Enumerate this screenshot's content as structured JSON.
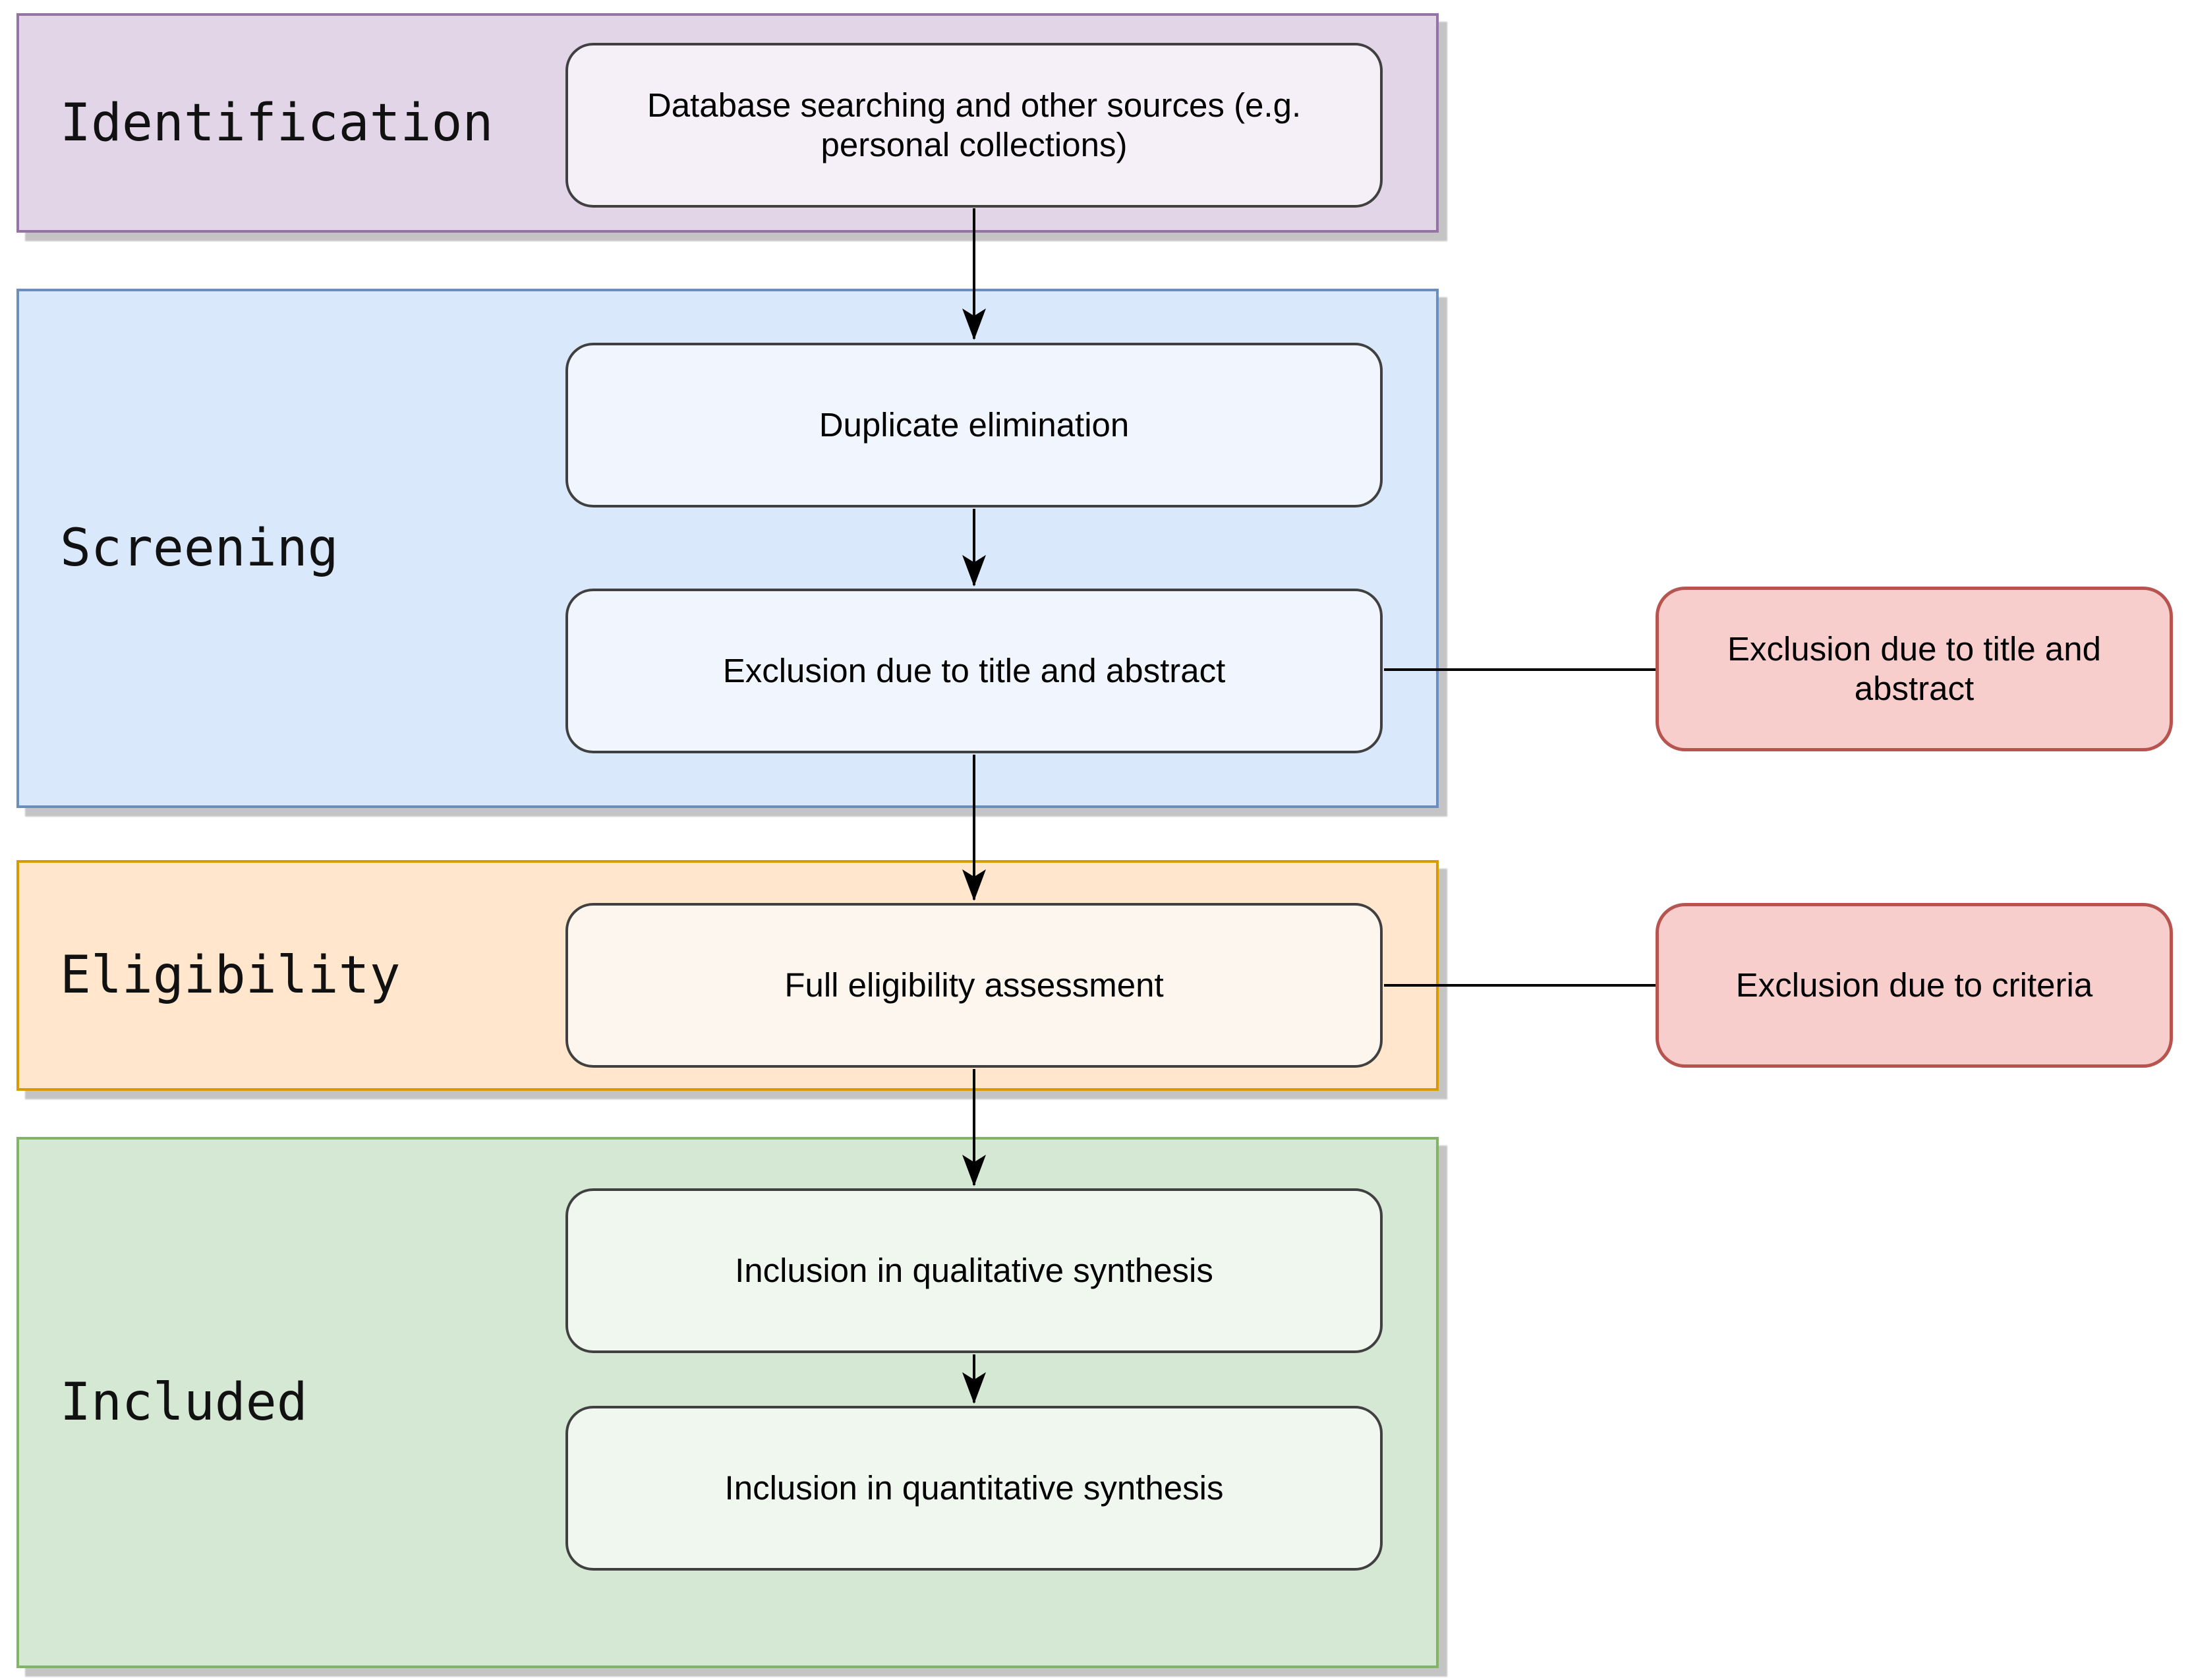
{
  "phases": {
    "identification": {
      "label": "Identification",
      "fill": "#e1d5e7",
      "border": "#9673a6"
    },
    "screening": {
      "label": "Screening",
      "fill": "#dae8fc",
      "border": "#6c8ebf"
    },
    "eligibility": {
      "label": "Eligibility",
      "fill": "#ffe6cc",
      "border": "#d79b00"
    },
    "included": {
      "label": "Included",
      "fill": "#d5e8d4",
      "border": "#82b366"
    }
  },
  "process_nodes": {
    "database_search": {
      "text": "Database searching and other sources (e.g. personal collections)",
      "fill": "#f5eff8"
    },
    "duplicate_elimination": {
      "text": "Duplicate elimination",
      "fill": "#f1f6fe"
    },
    "exclusion_title_abstract": {
      "text": "Exclusion due to title and abstract",
      "fill": "#f1f6fe"
    },
    "full_eligibility_assessment": {
      "text": "Full eligibility assessment",
      "fill": "#fdf6ee"
    },
    "inclusion_qualitative": {
      "text": "Inclusion in qualitative synthesis",
      "fill": "#eff7ee"
    },
    "inclusion_quantitative": {
      "text": "Inclusion in quantitative synthesis",
      "fill": "#eff7ee"
    }
  },
  "exclusion_nodes": {
    "title_abstract": {
      "text": "Exclusion due to title and abstract",
      "fill": "#f8cecc",
      "border": "#b85450"
    },
    "criteria": {
      "text": "Exclusion due to criteria",
      "fill": "#f8cecc",
      "border": "#b85450"
    }
  },
  "connector_color": "#000000",
  "node_border_color": "#404040"
}
